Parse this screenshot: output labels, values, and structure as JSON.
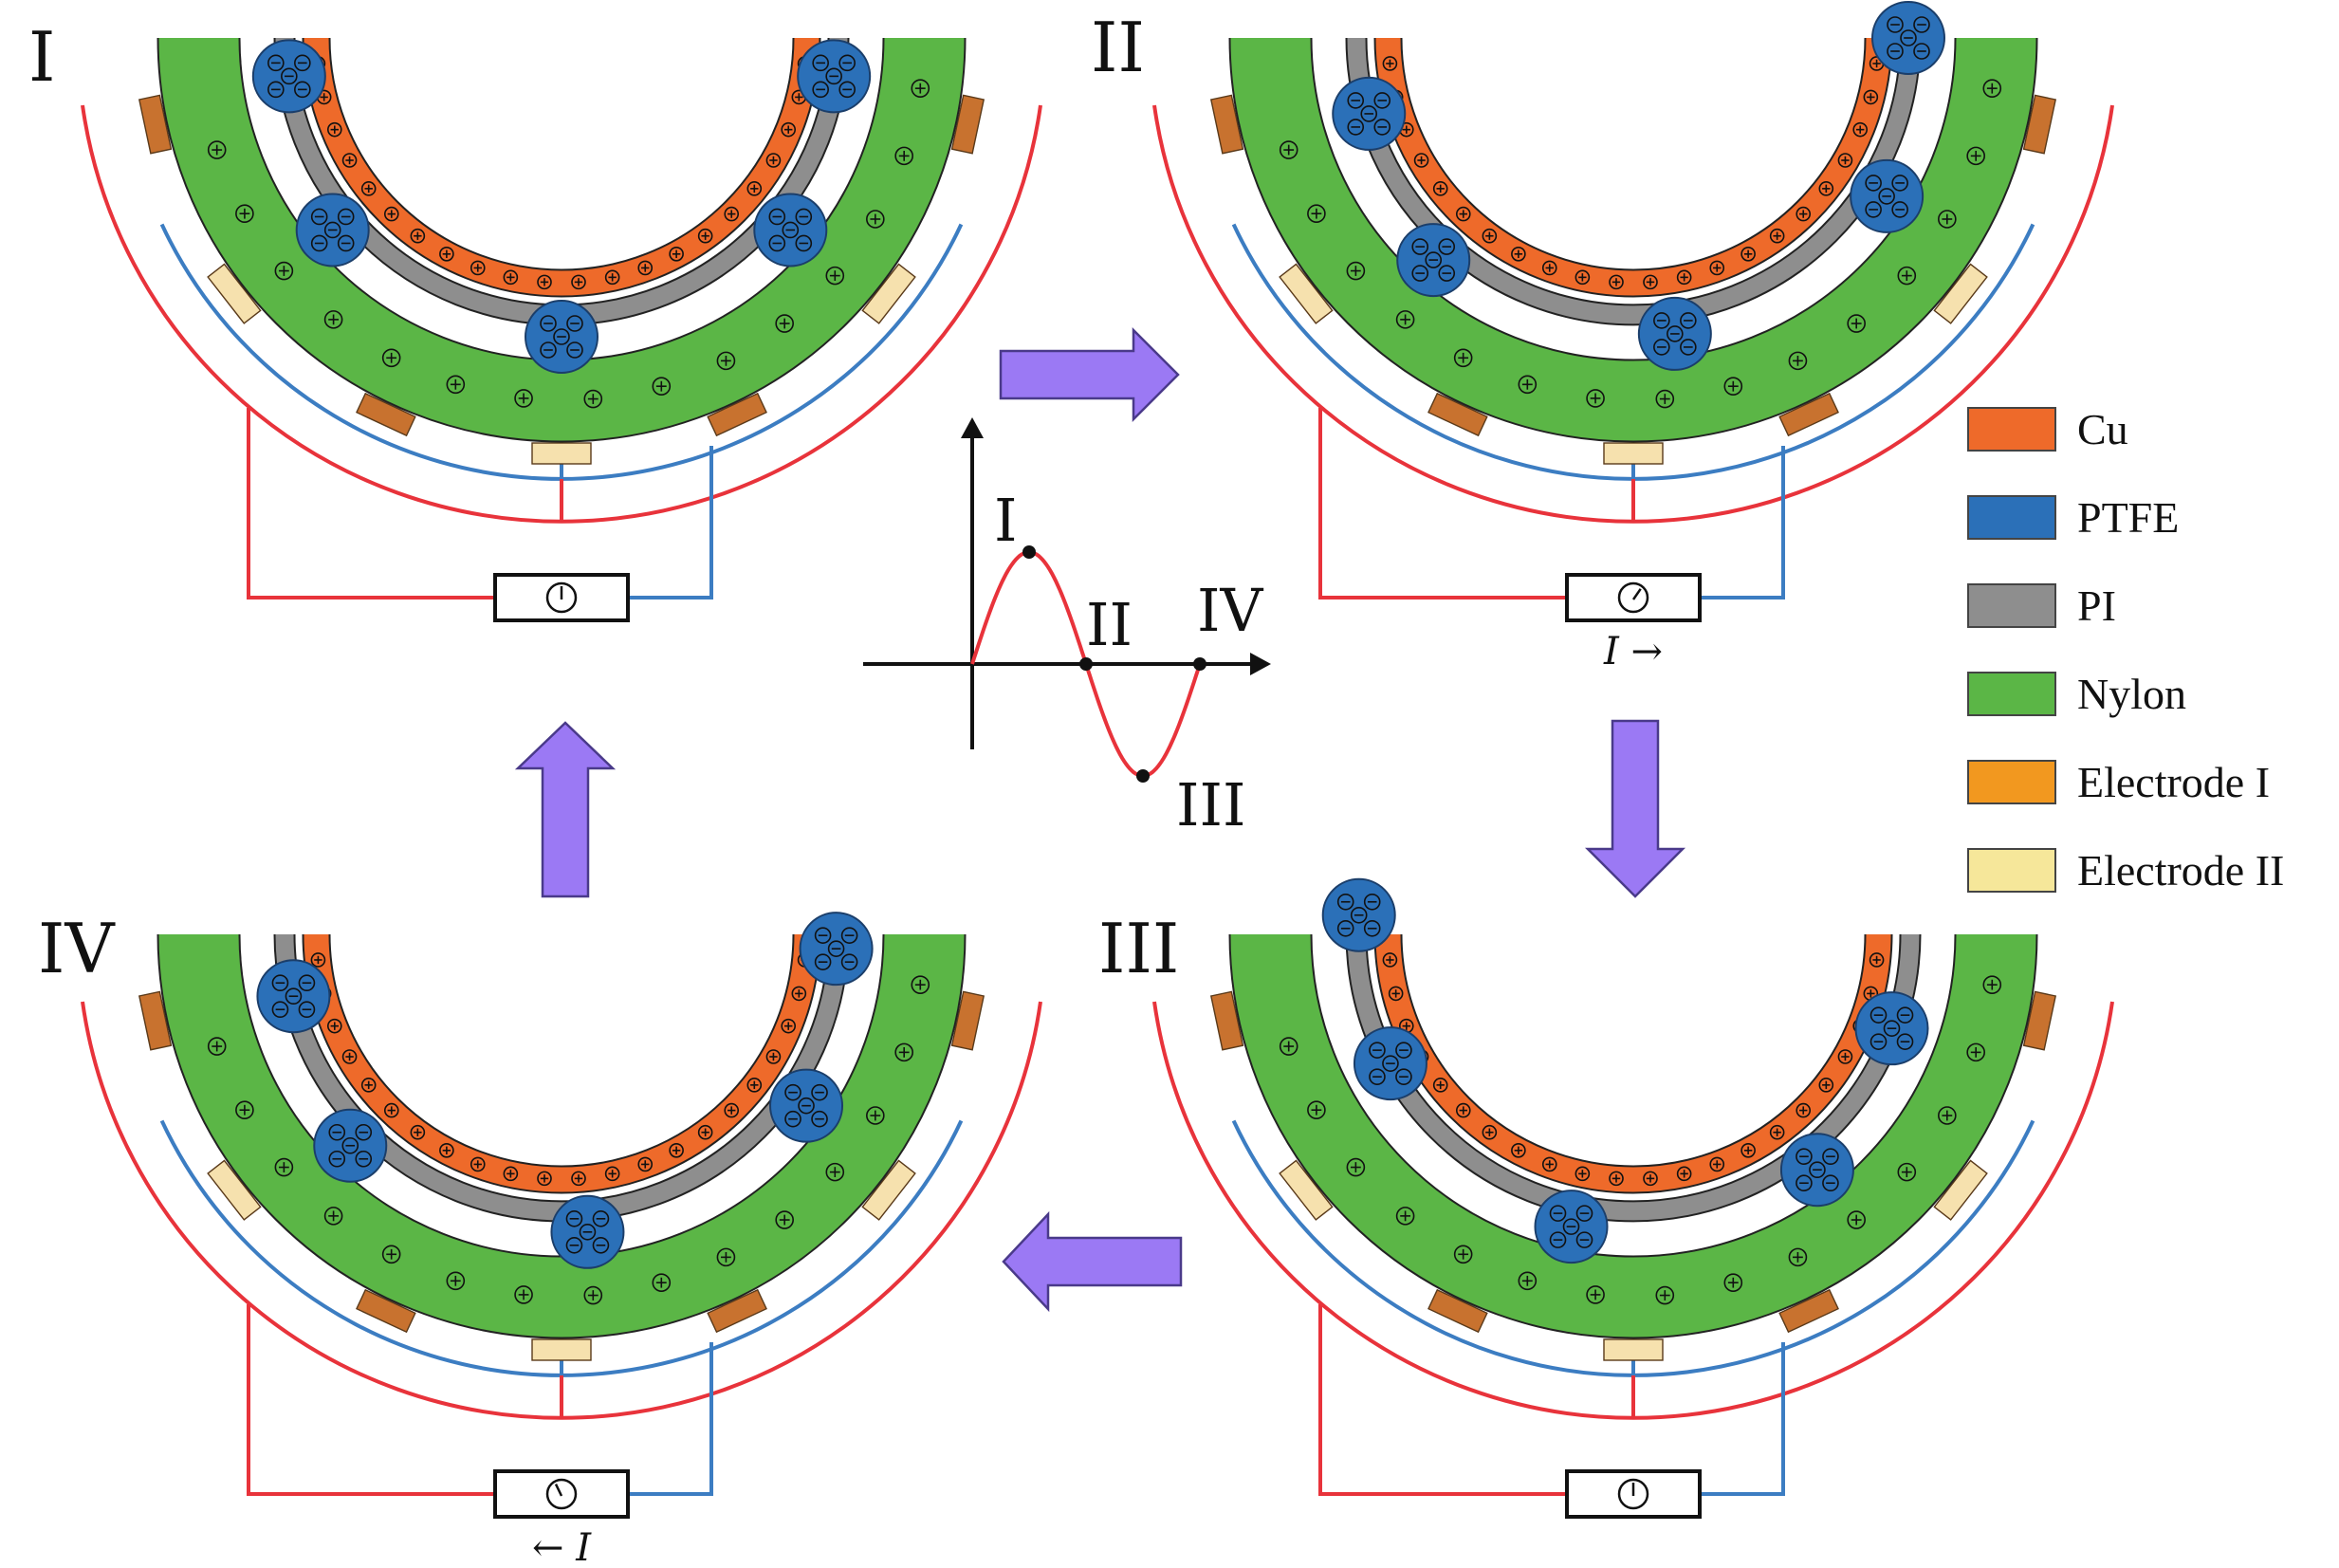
{
  "panels": [
    {
      "id": "I",
      "label": "I",
      "current_label": "",
      "pointer_angle": 0
    },
    {
      "id": "II",
      "label": "II",
      "current_label": "I →",
      "pointer_angle": 40
    },
    {
      "id": "III",
      "label": "III",
      "current_label": "",
      "pointer_angle": 0
    },
    {
      "id": "IV",
      "label": "IV",
      "current_label": "← I",
      "pointer_angle": -30
    }
  ],
  "waveform": {
    "point_labels": [
      "I",
      "II",
      "III",
      "IV"
    ]
  },
  "legend": [
    {
      "name": "Cu",
      "color": "#ee6a2a"
    },
    {
      "name": "PTFE",
      "color": "#2b70b8"
    },
    {
      "name": "PI",
      "color": "#8e8e8e"
    },
    {
      "name": "Nylon",
      "color": "#5bb646"
    },
    {
      "name": "Electrode I",
      "color": "#f2981f"
    },
    {
      "name": "Electrode II",
      "color": "#f6e79a"
    }
  ],
  "colors": {
    "cu": "#ee6a2a",
    "ptfe": "#2b70b8",
    "pi": "#8e8e8e",
    "nylon": "#5bb646",
    "electrode1": "#c8722f",
    "electrode2": "#f6e1ae",
    "wire_red": "#e8333b",
    "wire_blue": "#3c7dc2",
    "arrow": "#9b79f4",
    "curve": "#e8333b"
  },
  "symbols": {
    "positive": "⊕",
    "negative": "⊖"
  }
}
